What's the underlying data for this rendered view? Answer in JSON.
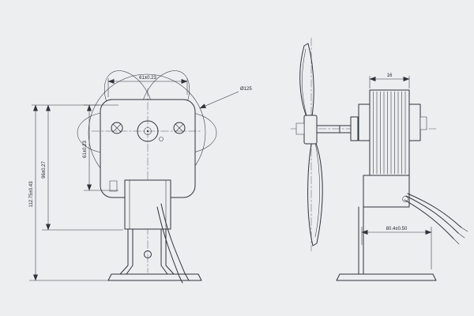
{
  "drawing": {
    "background": "#edeef0",
    "ink": "#2e333b",
    "front_view": {
      "dims": {
        "top_width": "61±0.23",
        "fan_diameter": "Ø125",
        "inner_height": "61±0.23",
        "body_height": "96±0.27",
        "overall_height": "112.75±0.43"
      }
    },
    "side_view": {
      "dims": {
        "stack_width": "16",
        "base_depth": "80.4±0.50"
      }
    }
  }
}
